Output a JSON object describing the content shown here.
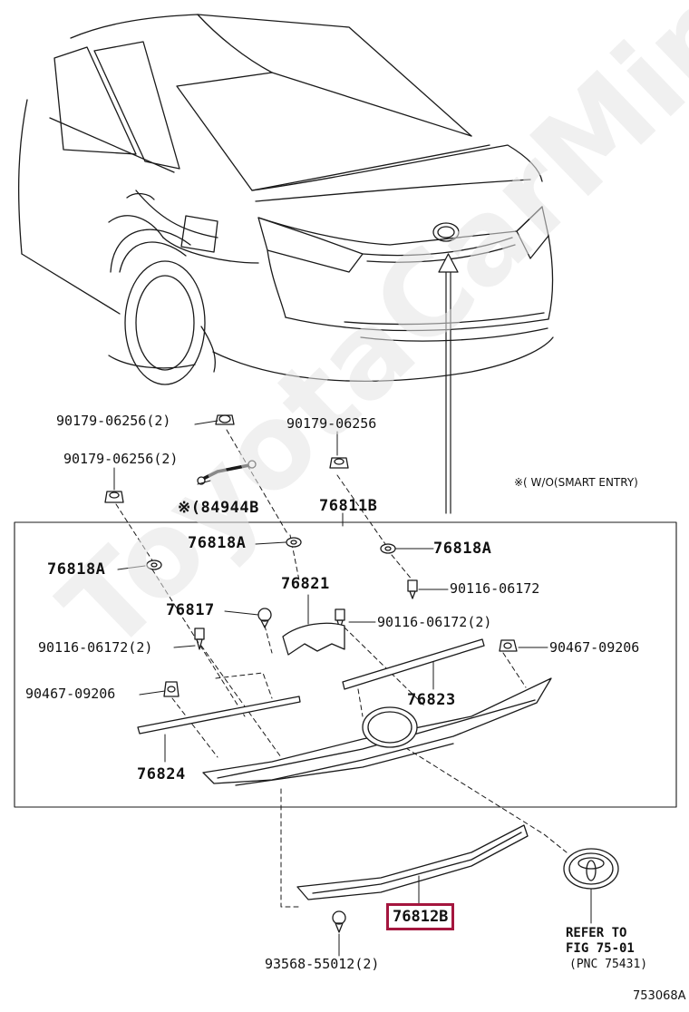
{
  "watermark": "ToyotaCarMine.ru",
  "note_smart_entry": "※( W/O(SMART ENTRY)",
  "figure_code": "753068A",
  "highlighted_part": "76812B",
  "refer": {
    "line1": "REFER TO",
    "line2": "FIG 75-01",
    "line3": "(PNC 75431)"
  },
  "parts": [
    {
      "id": "p1",
      "number": "90179-06256(2)"
    },
    {
      "id": "p2",
      "number": "90179-06256"
    },
    {
      "id": "p3",
      "number": "90179-06256(2)"
    },
    {
      "id": "p4",
      "number": "※(84944B"
    },
    {
      "id": "p5",
      "number": "76811B"
    },
    {
      "id": "p6",
      "number": "76818A"
    },
    {
      "id": "p7",
      "number": "76818A"
    },
    {
      "id": "p8",
      "number": "76818A"
    },
    {
      "id": "p9",
      "number": "90116-06172"
    },
    {
      "id": "p10",
      "number": "76821"
    },
    {
      "id": "p11",
      "number": "76817"
    },
    {
      "id": "p12",
      "number": "90116-06172(2)"
    },
    {
      "id": "p13",
      "number": "90116-06172(2)"
    },
    {
      "id": "p14",
      "number": "90467-09206"
    },
    {
      "id": "p15",
      "number": "90467-09206"
    },
    {
      "id": "p16",
      "number": "76823"
    },
    {
      "id": "p17",
      "number": "76824"
    },
    {
      "id": "p18",
      "number": "93568-55012(2)"
    }
  ]
}
